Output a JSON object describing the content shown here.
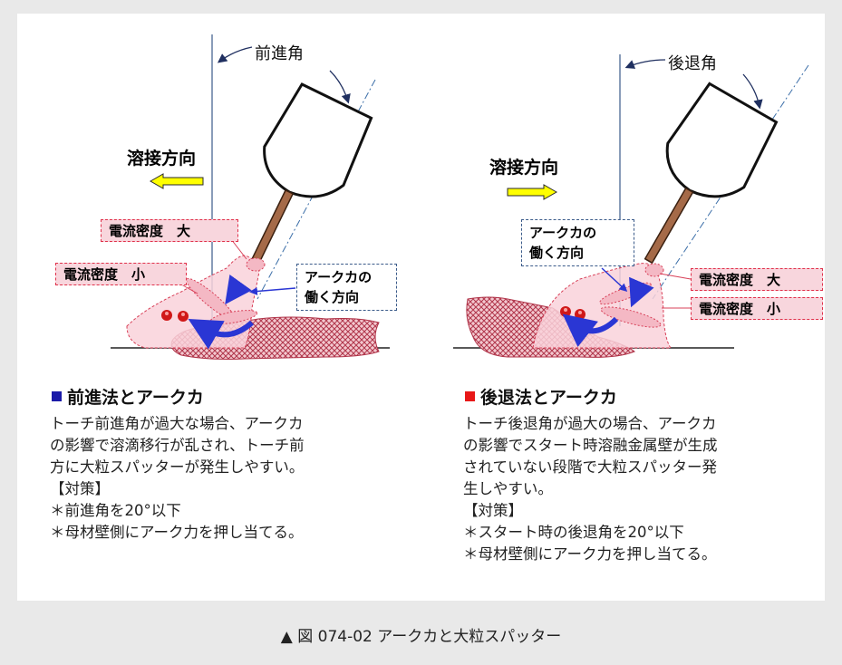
{
  "colors": {
    "blue_marker": "#1a1aa8",
    "red_marker": "#e81818",
    "arrow_yellow": "#ffff00",
    "label_pink": "#f8d6dd",
    "label_red": "#e0304a",
    "arc_blue": "#2a36d4"
  },
  "left": {
    "angle_label": "前進角",
    "direction": "溶接方向",
    "density_high": "電流密度　大",
    "density_low": "電流密度　小",
    "arc_dir_line1": "アークカの",
    "arc_dir_line2": "働く方向",
    "title": "前進法とアークカ",
    "body": [
      "トーチ前進角が過大な場合、アークカ",
      "の影響で溶滴移行が乱され、トーチ前",
      "方に大粒スパッターが発生しやすい。"
    ],
    "measures_head": "【対策】",
    "measures": [
      "＊前進角を20°以下",
      "＊母材壁側にアーク力を押し当てる。"
    ]
  },
  "right": {
    "angle_label": "後退角",
    "direction": "溶接方向",
    "arc_dir_line1": "アークカの",
    "arc_dir_line2": "働く方向",
    "density_high": "電流密度　大",
    "density_low": "電流密度　小",
    "title": "後退法とアークカ",
    "body": [
      "トーチ後退角が過大の場合、アークカ",
      "の影響でスタート時溶融金属壁が生成",
      "されていない段階で大粒スパッター発",
      "生しやすい。"
    ],
    "measures_head": "【対策】",
    "measures": [
      "＊スタート時の後退角を20°以下",
      "＊母材壁側にアーク力を押し当てる。"
    ]
  },
  "caption": "▲ 図 074-02 アークカと大粒スパッター"
}
